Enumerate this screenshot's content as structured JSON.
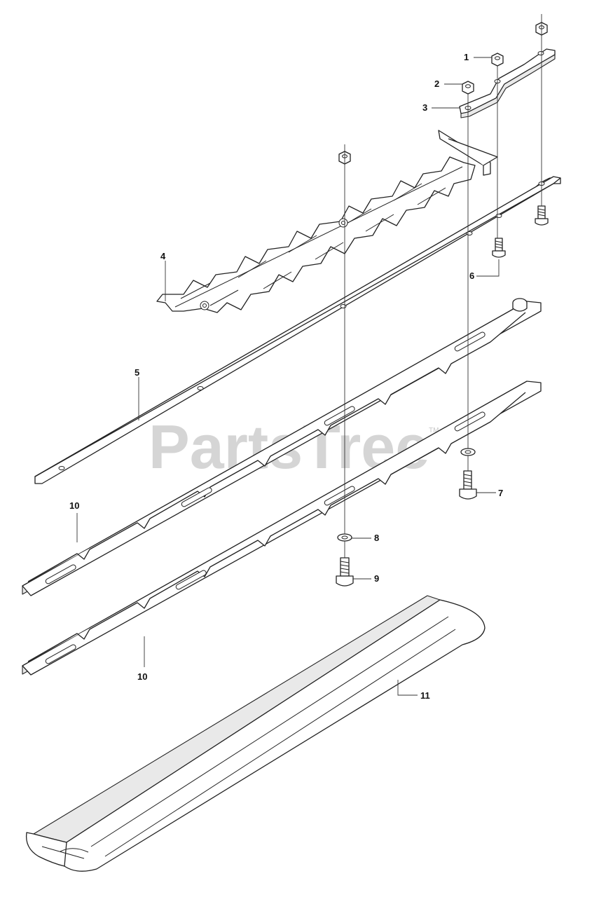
{
  "watermark": {
    "text": "PartsTree",
    "tm": "TM"
  },
  "callouts": {
    "c1": "1",
    "c2": "2",
    "c3": "3",
    "c4": "4",
    "c5": "5",
    "c6": "6",
    "c7": "7",
    "c8": "8",
    "c9": "9",
    "c10a": "10",
    "c10b": "10",
    "c11": "11"
  },
  "colors": {
    "line": "#222222",
    "watermark": "#c8c8c8",
    "background": "#ffffff"
  }
}
